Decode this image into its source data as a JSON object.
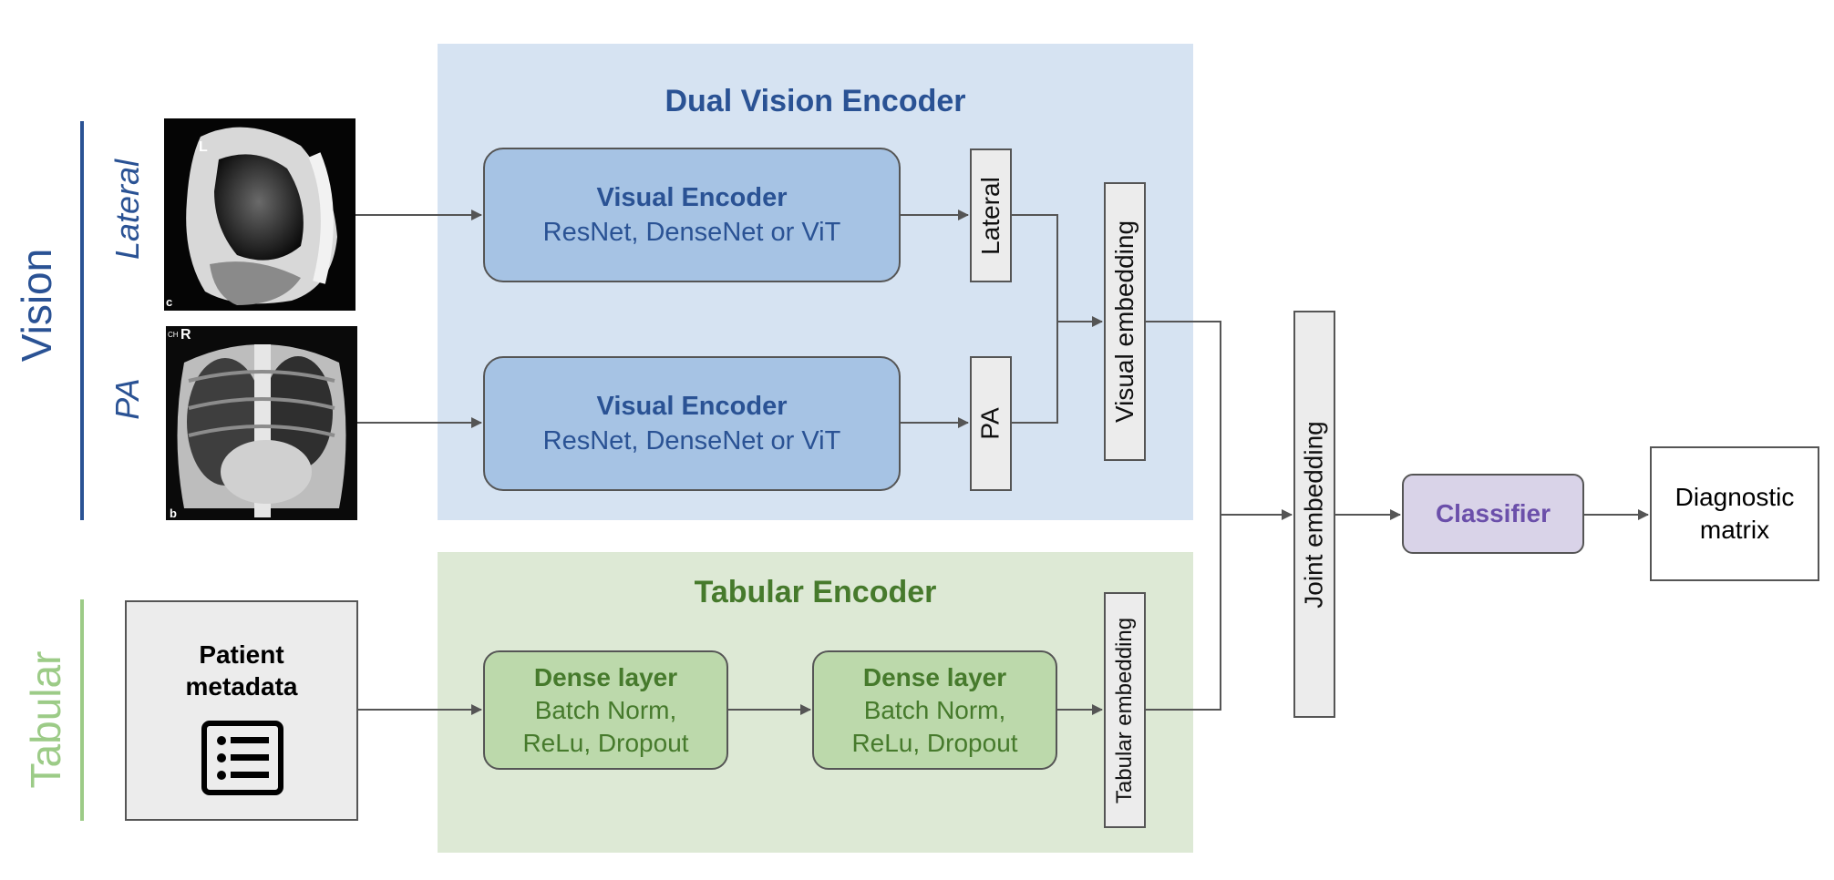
{
  "vision_section": {
    "label": "Vision",
    "lateral_label": "Lateral",
    "pa_label": "PA",
    "color": "#2a5294"
  },
  "tabular_section": {
    "label": "Tabular",
    "color": "#9ccb87"
  },
  "xray_lateral": {
    "marker_top": "L",
    "marker_bottom": "c"
  },
  "xray_pa": {
    "marker_top": "R",
    "marker_small": "CH",
    "marker_bottom": "b"
  },
  "dual_vision_encoder": {
    "title": "Dual Vision Encoder",
    "encoder_top": {
      "name": "Visual Encoder",
      "options": "ResNet, DenseNet or ViT"
    },
    "encoder_bottom": {
      "name": "Visual Encoder",
      "options": "ResNet, DenseNet or ViT"
    },
    "lateral_box": "Lateral",
    "pa_box": "PA",
    "visual_embedding": "Visual embedding"
  },
  "tabular_encoder": {
    "title": "Tabular Encoder",
    "dense1": {
      "name": "Dense layer",
      "line1": "Batch Norm,",
      "line2": "ReLu, Dropout"
    },
    "dense2": {
      "name": "Dense layer",
      "line1": "Batch Norm,",
      "line2": "ReLu, Dropout"
    },
    "tabular_embedding": "Tabular embedding"
  },
  "patient_metadata": {
    "line1": "Patient",
    "line2": "metadata",
    "icon": "list-icon"
  },
  "joint_embedding": "Joint embedding",
  "classifier": {
    "label": "Classifier",
    "color": "#6b4faa",
    "fill": "#d9d3e8"
  },
  "output": {
    "line1": "Diagnostic",
    "line2": "matrix"
  },
  "colors": {
    "blue_panel": "#d6e3f2",
    "green_panel": "#dde9d5",
    "blue_box": "#a6c3e4",
    "green_box": "#bcd9ab",
    "blue_text": "#2a5294",
    "green_text": "#467a2c"
  }
}
